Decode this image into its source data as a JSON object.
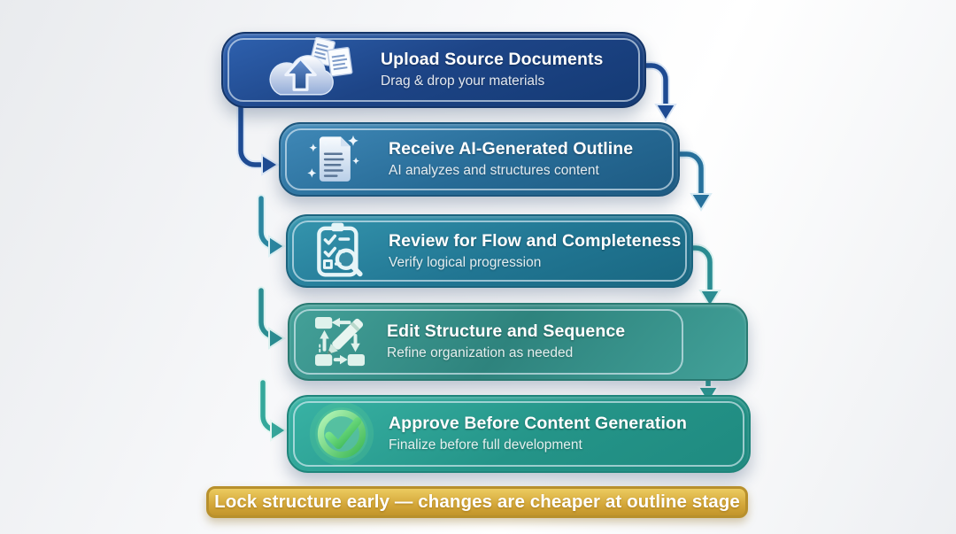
{
  "diagram_title": "",
  "steps": [
    {
      "index": 1,
      "title": "Upload Source Documents",
      "subtitle": "Drag & drop your materials",
      "icon": "cloud-upload-icon",
      "accent_color": "#1d4486"
    },
    {
      "index": 2,
      "title": "Receive AI-Generated Outline",
      "subtitle": "AI analyzes and structures content",
      "icon": "sparkle-document-icon",
      "accent_color": "#276b96"
    },
    {
      "index": 3,
      "title": "Review for Flow and Completeness",
      "subtitle": "Verify logical progression",
      "icon": "clipboard-review-icon",
      "accent_color": "#217693"
    },
    {
      "index": 4,
      "title": "Edit Structure and Sequence",
      "subtitle": "Refine organization as needed",
      "icon": "edit-structure-icon",
      "accent_color": "#2e837d"
    },
    {
      "index": 5,
      "title": "Approve Before Content Generation",
      "subtitle": "Finalize before full development",
      "icon": "approve-check-icon",
      "accent_color": "#249488"
    }
  ],
  "banner": {
    "text": "Lock structure early — changes are cheaper at outline stage",
    "background_color": "#d3a638",
    "border_color": "#b8902c"
  },
  "colors": {
    "step1_arrow": "#1e4b93",
    "step2_arrow": "#27719c",
    "step3_arrow": "#2b8d92",
    "step4_arrow": "#2f9e94",
    "approve_check_green": "#3cb854",
    "background": "#f2f3f5"
  }
}
